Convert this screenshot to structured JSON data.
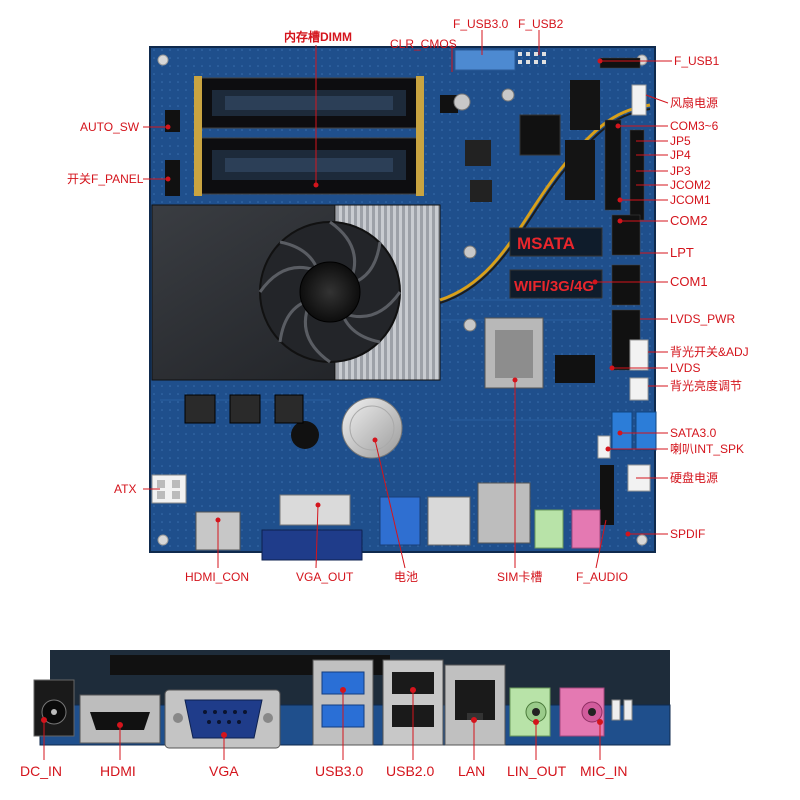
{
  "colors": {
    "label_red": "#d4141c",
    "pcb_blue": "#1f4f8c",
    "pcb_dark": "#17375f",
    "heatsink": "#2b2d31",
    "msata_text": "#e8262c"
  },
  "board_silkscreen": {
    "msata": "MSATA",
    "wifi": "WIFI/3G/4G"
  },
  "top_labels": {
    "dimm": "内存槽DIMM",
    "clr_cmos": "CLR_CMOS",
    "f_usb30": "F_USB3.0",
    "f_usb2": "F_USB2",
    "auto_sw": "AUTO_SW",
    "f_panel": "开关F_PANEL",
    "atx": "ATX",
    "f_usb1": "F_USB1",
    "fan_power": "风扇电源",
    "com3_6": "COM3~6",
    "jp5": "JP5",
    "jp4": "JP4",
    "jp3": "JP3",
    "jcom2": "JCOM2",
    "jcom1": "JCOM1",
    "com2": "COM2",
    "lpt": "LPT",
    "com1": "COM1",
    "lvds_pwr": "LVDS_PWR",
    "bl_switch_adj": "背光开关&ADJ",
    "lvds": "LVDS",
    "bl_brightness": "背光亮度调节",
    "sata30": "SATA3.0",
    "int_spk": "喇叭INT_SPK",
    "hdd_power": "硬盘电源",
    "spdif": "SPDIF",
    "hdmi_con": "HDMI_CON",
    "vga_out": "VGA_OUT",
    "battery": "电池",
    "sim_slot": "SIM卡槽",
    "f_audio": "F_AUDIO"
  },
  "bottom_labels": {
    "dc_in": "DC_IN",
    "hdmi": "HDMI",
    "vga": "VGA",
    "usb30": "USB3.0",
    "usb20": "USB2.0",
    "lan": "LAN",
    "lin_out": "LIN_OUT",
    "mic_in": "MIC_IN"
  }
}
